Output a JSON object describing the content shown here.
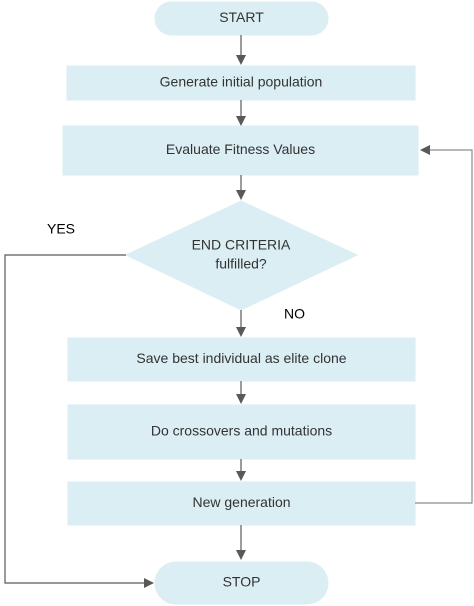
{
  "diagram": {
    "nodes": {
      "start": "START",
      "generate": "Generate initial population",
      "evaluate": "Evaluate Fitness Values",
      "decision_line1": "END CRITERIA",
      "decision_line2": "fulfilled?",
      "save_elite": "Save best individual as elite clone",
      "crossover": "Do crossovers and mutations",
      "new_generation": "New generation",
      "stop": "STOP"
    },
    "edge_labels": {
      "yes": "YES",
      "no": "NO"
    },
    "colors": {
      "node_fill": "#daeef3",
      "arrow": "#595959",
      "loop_line": "#8c8c8c"
    }
  }
}
